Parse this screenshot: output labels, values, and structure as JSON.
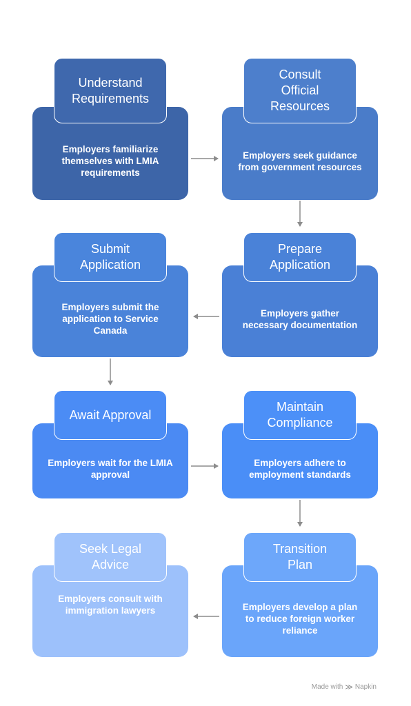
{
  "steps": [
    {
      "title": "Understand Requirements",
      "description": "Employers familiarize themselves with LMIA requirements",
      "color": "#3d65a8",
      "title_color": "#3f68ad"
    },
    {
      "title": "Consult Official Resources",
      "description": "Employers seek guidance from government resources",
      "color": "#4a7cc9",
      "title_color": "#4d7fcc"
    },
    {
      "title": "Submit Application",
      "description": "Employers submit the application to Service Canada",
      "color": "#4a83d9",
      "title_color": "#4a85dc"
    },
    {
      "title": "Prepare Application",
      "description": "Employers gather necessary documentation",
      "color": "#4a80d6",
      "title_color": "#4a82d8"
    },
    {
      "title": "Await Approval",
      "description": "Employers wait for the LMIA approval",
      "color": "#4b8af3",
      "title_color": "#4b8cf5"
    },
    {
      "title": "Maintain Compliance",
      "description": "Employers adhere to employment standards",
      "color": "#4a8ef7",
      "title_color": "#4c90f8"
    },
    {
      "title": "Seek Legal Advice",
      "description": "Employers consult with immigration lawyers",
      "color": "#9dc1fb",
      "title_color": "#a0c3fb"
    },
    {
      "title": "Transition Plan",
      "description": "Employers develop a plan to reduce foreign worker reliance",
      "color": "#6aa5fa",
      "title_color": "#6da7fa"
    }
  ],
  "arrow_color": "#8c8c8c",
  "footer": {
    "made_with": "Made with",
    "logo_icon": "napkin-logo-icon",
    "brand": "Napkin"
  }
}
